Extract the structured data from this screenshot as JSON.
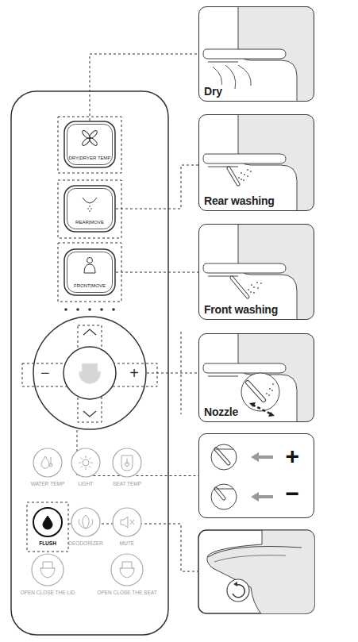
{
  "diagram": {
    "nodes": [
      {
        "text": [
          "DRY|DRYER TEMP"
        ]
      },
      {
        "text": [
          "REAR|MOVE"
        ]
      },
      {
        "text": [
          "FRONT|MOVE"
        ]
      },
      {
        "text": [
          "−",
          "+"
        ]
      },
      {
        "text": [
          "WATER TEMP"
        ]
      },
      {
        "text": [
          "LIGHT"
        ]
      },
      {
        "text": [
          "SEAT TEMP"
        ]
      },
      {
        "text": [
          "FLUSH"
        ]
      },
      {
        "text": [
          "DEODORIZER"
        ]
      },
      {
        "text": [
          "MUTE"
        ]
      },
      {
        "text": [
          "OPEN CLOSE THE LID"
        ]
      },
      {
        "text": [
          "OPEN CLOSE THE SEAT"
        ]
      },
      {
        "text": [
          "Dry"
        ]
      },
      {
        "text": [
          "Rear washing"
        ]
      },
      {
        "text": [
          "Front washing"
        ]
      },
      {
        "text": [
          "Nozzle"
        ]
      },
      {
        "text": [
          "+",
          "−"
        ]
      }
    ],
    "edges": [
      {
        "from": 0,
        "to": 12,
        "arrow": "none"
      },
      {
        "from": 1,
        "to": 13,
        "arrow": "none"
      },
      {
        "from": 2,
        "to": 14,
        "arrow": "none"
      },
      {
        "from": 3,
        "to": 15,
        "arrow": "none"
      },
      {
        "from": 3,
        "to": 16,
        "arrow": "none"
      }
    ]
  }
}
